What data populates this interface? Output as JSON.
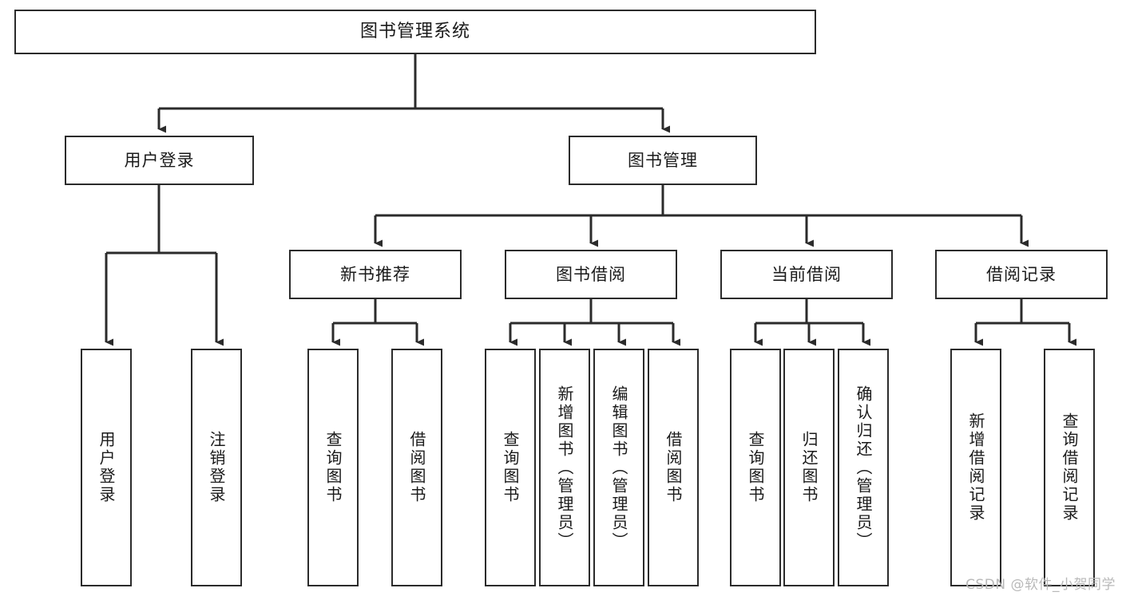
{
  "diagram": {
    "title": "图书管理系统",
    "type": "hierarchy-tree",
    "watermark": "CSDN @软件_小贺同学",
    "colors": {
      "stroke": "#2b2b2b",
      "box_fill": "#ffffff",
      "text": "#1a1a1a",
      "background": "#ffffff",
      "watermark": "#b9b9b9"
    },
    "nodes": {
      "root": {
        "label": "图书管理系统",
        "level": 1
      },
      "level2": [
        {
          "id": "user-login",
          "label": "用户登录"
        },
        {
          "id": "book-manage",
          "label": "图书管理"
        }
      ],
      "level3": [
        {
          "id": "new-book-recommend",
          "label": "新书推荐",
          "parent": "book-manage"
        },
        {
          "id": "book-borrow",
          "label": "图书借阅",
          "parent": "book-manage"
        },
        {
          "id": "current-borrow",
          "label": "当前借阅",
          "parent": "book-manage"
        },
        {
          "id": "borrow-record",
          "label": "借阅记录",
          "parent": "book-manage"
        }
      ],
      "leaves": {
        "user-login": [
          {
            "id": "leaf-user-login",
            "label": "用户登录"
          },
          {
            "id": "leaf-logout",
            "label": "注销登录"
          }
        ],
        "new-book-recommend": [
          {
            "id": "leaf-query-book-1",
            "label": "查询图书"
          },
          {
            "id": "leaf-borrow-book-1",
            "label": "借阅图书"
          }
        ],
        "book-borrow": [
          {
            "id": "leaf-query-book-2",
            "label": "查询图书"
          },
          {
            "id": "leaf-add-book",
            "label": "新增图书（管理员）"
          },
          {
            "id": "leaf-edit-book",
            "label": "编辑图书（管理员）"
          },
          {
            "id": "leaf-borrow-book-2",
            "label": "借阅图书"
          }
        ],
        "current-borrow": [
          {
            "id": "leaf-query-book-3",
            "label": "查询图书"
          },
          {
            "id": "leaf-return-book",
            "label": "归还图书"
          },
          {
            "id": "leaf-confirm-return",
            "label": "确认归还（管理员）"
          }
        ],
        "borrow-record": [
          {
            "id": "leaf-add-record",
            "label": "新增借阅记录"
          },
          {
            "id": "leaf-query-record",
            "label": "查询借阅记录"
          }
        ]
      }
    }
  }
}
